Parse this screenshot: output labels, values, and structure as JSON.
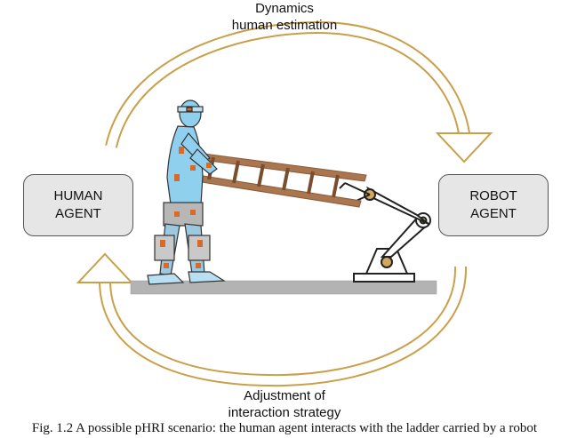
{
  "top_label": {
    "line1": "Dynamics",
    "line2": "human estimation"
  },
  "bottom_label": {
    "line1": "Adjustment of",
    "line2": "interaction strategy"
  },
  "human_box": {
    "line1": "HUMAN",
    "line2": "AGENT"
  },
  "robot_box": {
    "line1": "ROBOT",
    "line2": "AGENT"
  },
  "caption": "Fig. 1.2 A possible pHRI scenario: the human agent interacts with the ladder carried by a robot",
  "colors": {
    "arrow": "#c9a04a",
    "box_fill": "#e6e6e6",
    "floor": "#b3b3b3",
    "suit": "#8fd0ee",
    "ladder": "#8a5a3a",
    "sensor": "#d86a2a"
  },
  "icons": [
    "human-figure-icon",
    "ladder-icon",
    "robot-arm-icon"
  ]
}
